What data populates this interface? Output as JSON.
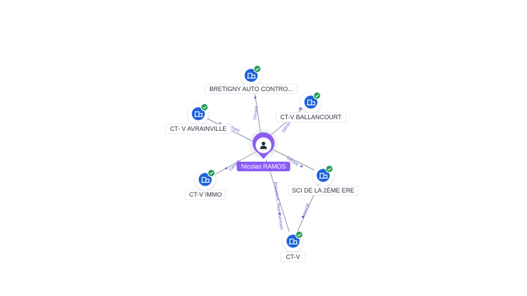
{
  "graph": {
    "center": {
      "label": "Nicolas RAMOS",
      "icon": "person-icon",
      "color": "#8b5cf6"
    },
    "companies": [
      {
        "id": "bretigny",
        "label": "BRETIGNY AUTO CONTRO...",
        "icon": "building-icon",
        "badge": "check-icon"
      },
      {
        "id": "ballancourt",
        "label": "CT-V BALLANCOURT",
        "icon": "building-icon",
        "badge": "check-icon"
      },
      {
        "id": "avrainville",
        "label": "CT- V AVRAINVILLE",
        "icon": "building-icon",
        "badge": "check-icon"
      },
      {
        "id": "immo",
        "label": "CT-V IMMO",
        "icon": "building-icon",
        "badge": "check-icon"
      },
      {
        "id": "sci",
        "label": "SCI DE LA 2ÈME ERE",
        "icon": "building-icon",
        "badge": "check-icon"
      },
      {
        "id": "ctv",
        "label": "CT-V",
        "icon": "building-icon",
        "badge": "check-icon"
      }
    ],
    "edges": [
      {
        "id": "e-bretigny",
        "from": "center",
        "to": "bretigny",
        "label": "Gérant"
      },
      {
        "id": "e-ballancourt",
        "from": "center",
        "to": "ballancourt",
        "label": "Gérant"
      },
      {
        "id": "e-avrainville",
        "from": "center",
        "to": "avrainville",
        "label": "Gérant"
      },
      {
        "id": "e-immo",
        "from": "center",
        "to": "immo",
        "label": "Gérant"
      },
      {
        "id": "e-sci",
        "from": "center",
        "to": "sci",
        "label": "Gérant"
      },
      {
        "id": "e-ctv",
        "from": "center",
        "to": "ctv",
        "label": "Président, Représentant"
      },
      {
        "id": "e-sci-ctv",
        "from": "sci",
        "to": "ctv",
        "label": "Associé"
      }
    ],
    "colors": {
      "company_icon": "#1d63d8",
      "badge": "#1f9d55",
      "edge_label": "#6b5fd0"
    }
  }
}
